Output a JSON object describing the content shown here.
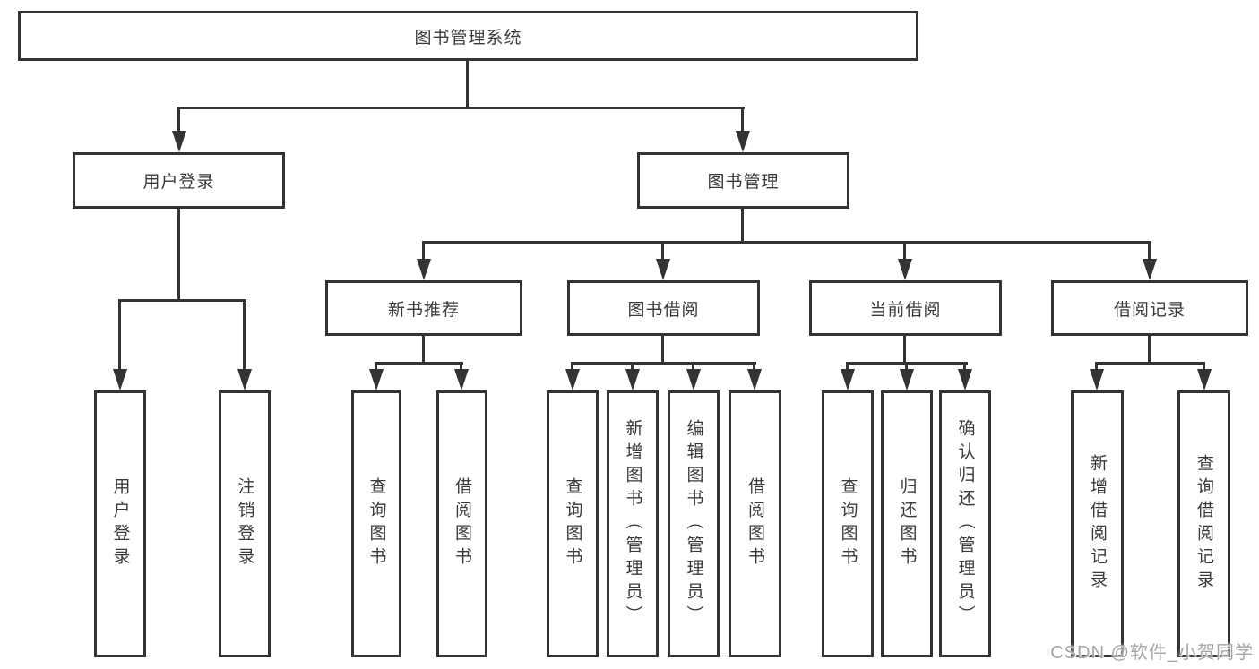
{
  "diagram": {
    "title": "图书管理系统",
    "root": {
      "label": "图书管理系统"
    },
    "level2": [
      {
        "label": "用户登录",
        "parent": "图书管理系统"
      },
      {
        "label": "图书管理",
        "parent": "图书管理系统"
      }
    ],
    "level3": [
      {
        "label": "新书推荐",
        "parent": "图书管理"
      },
      {
        "label": "图书借阅",
        "parent": "图书管理"
      },
      {
        "label": "当前借阅",
        "parent": "图书管理"
      },
      {
        "label": "借阅记录",
        "parent": "图书管理"
      }
    ],
    "leaves": [
      {
        "label": "用户登录",
        "parent": "用户登录"
      },
      {
        "label": "注销登录",
        "parent": "用户登录"
      },
      {
        "label": "查询图书",
        "parent": "新书推荐"
      },
      {
        "label": "借阅图书",
        "parent": "新书推荐"
      },
      {
        "label": "查询图书",
        "parent": "图书借阅"
      },
      {
        "label": "新增图书（管理员）",
        "parent": "图书借阅"
      },
      {
        "label": "编辑图书（管理员）",
        "parent": "图书借阅"
      },
      {
        "label": "借阅图书",
        "parent": "图书借阅"
      },
      {
        "label": "查询图书",
        "parent": "当前借阅"
      },
      {
        "label": "归还图书",
        "parent": "当前借阅"
      },
      {
        "label": "确认归还（管理员）",
        "parent": "当前借阅"
      },
      {
        "label": "新增借阅记录",
        "parent": "借阅记录"
      },
      {
        "label": "查询借阅记录",
        "parent": "借阅记录"
      }
    ]
  },
  "watermark": {
    "text": "CSDN @软件_小贺同学"
  },
  "colors": {
    "line": "#333333",
    "border": "#333333",
    "text": "#3a3a3a",
    "watermark": "#a5a5a5",
    "background": "#ffffff"
  }
}
